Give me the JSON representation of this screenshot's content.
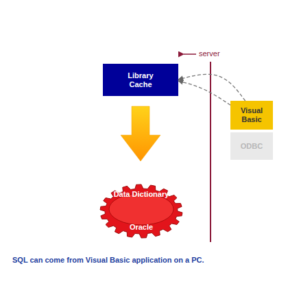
{
  "diagram": {
    "caption": "SQL can come from Visual Basic application on a PC.",
    "nodes": [
      {
        "text": [
          "Library Cache"
        ]
      },
      {
        "text": [
          "Data Dictionary",
          "Oracle"
        ]
      },
      {
        "text": [
          "Visual Basic"
        ]
      },
      {
        "text": [
          "ODBC"
        ]
      }
    ],
    "edges": [
      {
        "from": 0,
        "to": 1,
        "arrow": "to"
      },
      {
        "from": 2,
        "to": 0,
        "arrow": "to"
      },
      {
        "from": 2,
        "to": 0,
        "arrow": "to"
      }
    ],
    "labels": [
      "server"
    ]
  }
}
